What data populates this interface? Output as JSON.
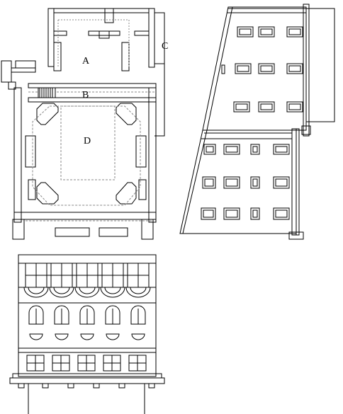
{
  "plan": {
    "labels": {
      "room_a": "A",
      "room_b": "B",
      "room_c": "C",
      "room_d": "D"
    }
  },
  "colors": {
    "line": "#000000",
    "background": "#ffffff",
    "fill": "#ffffff"
  },
  "icons": {
    "stair": "hatched-stair-steps",
    "windows": "rectangular-window-frames",
    "arches": "arched-window-icons"
  }
}
